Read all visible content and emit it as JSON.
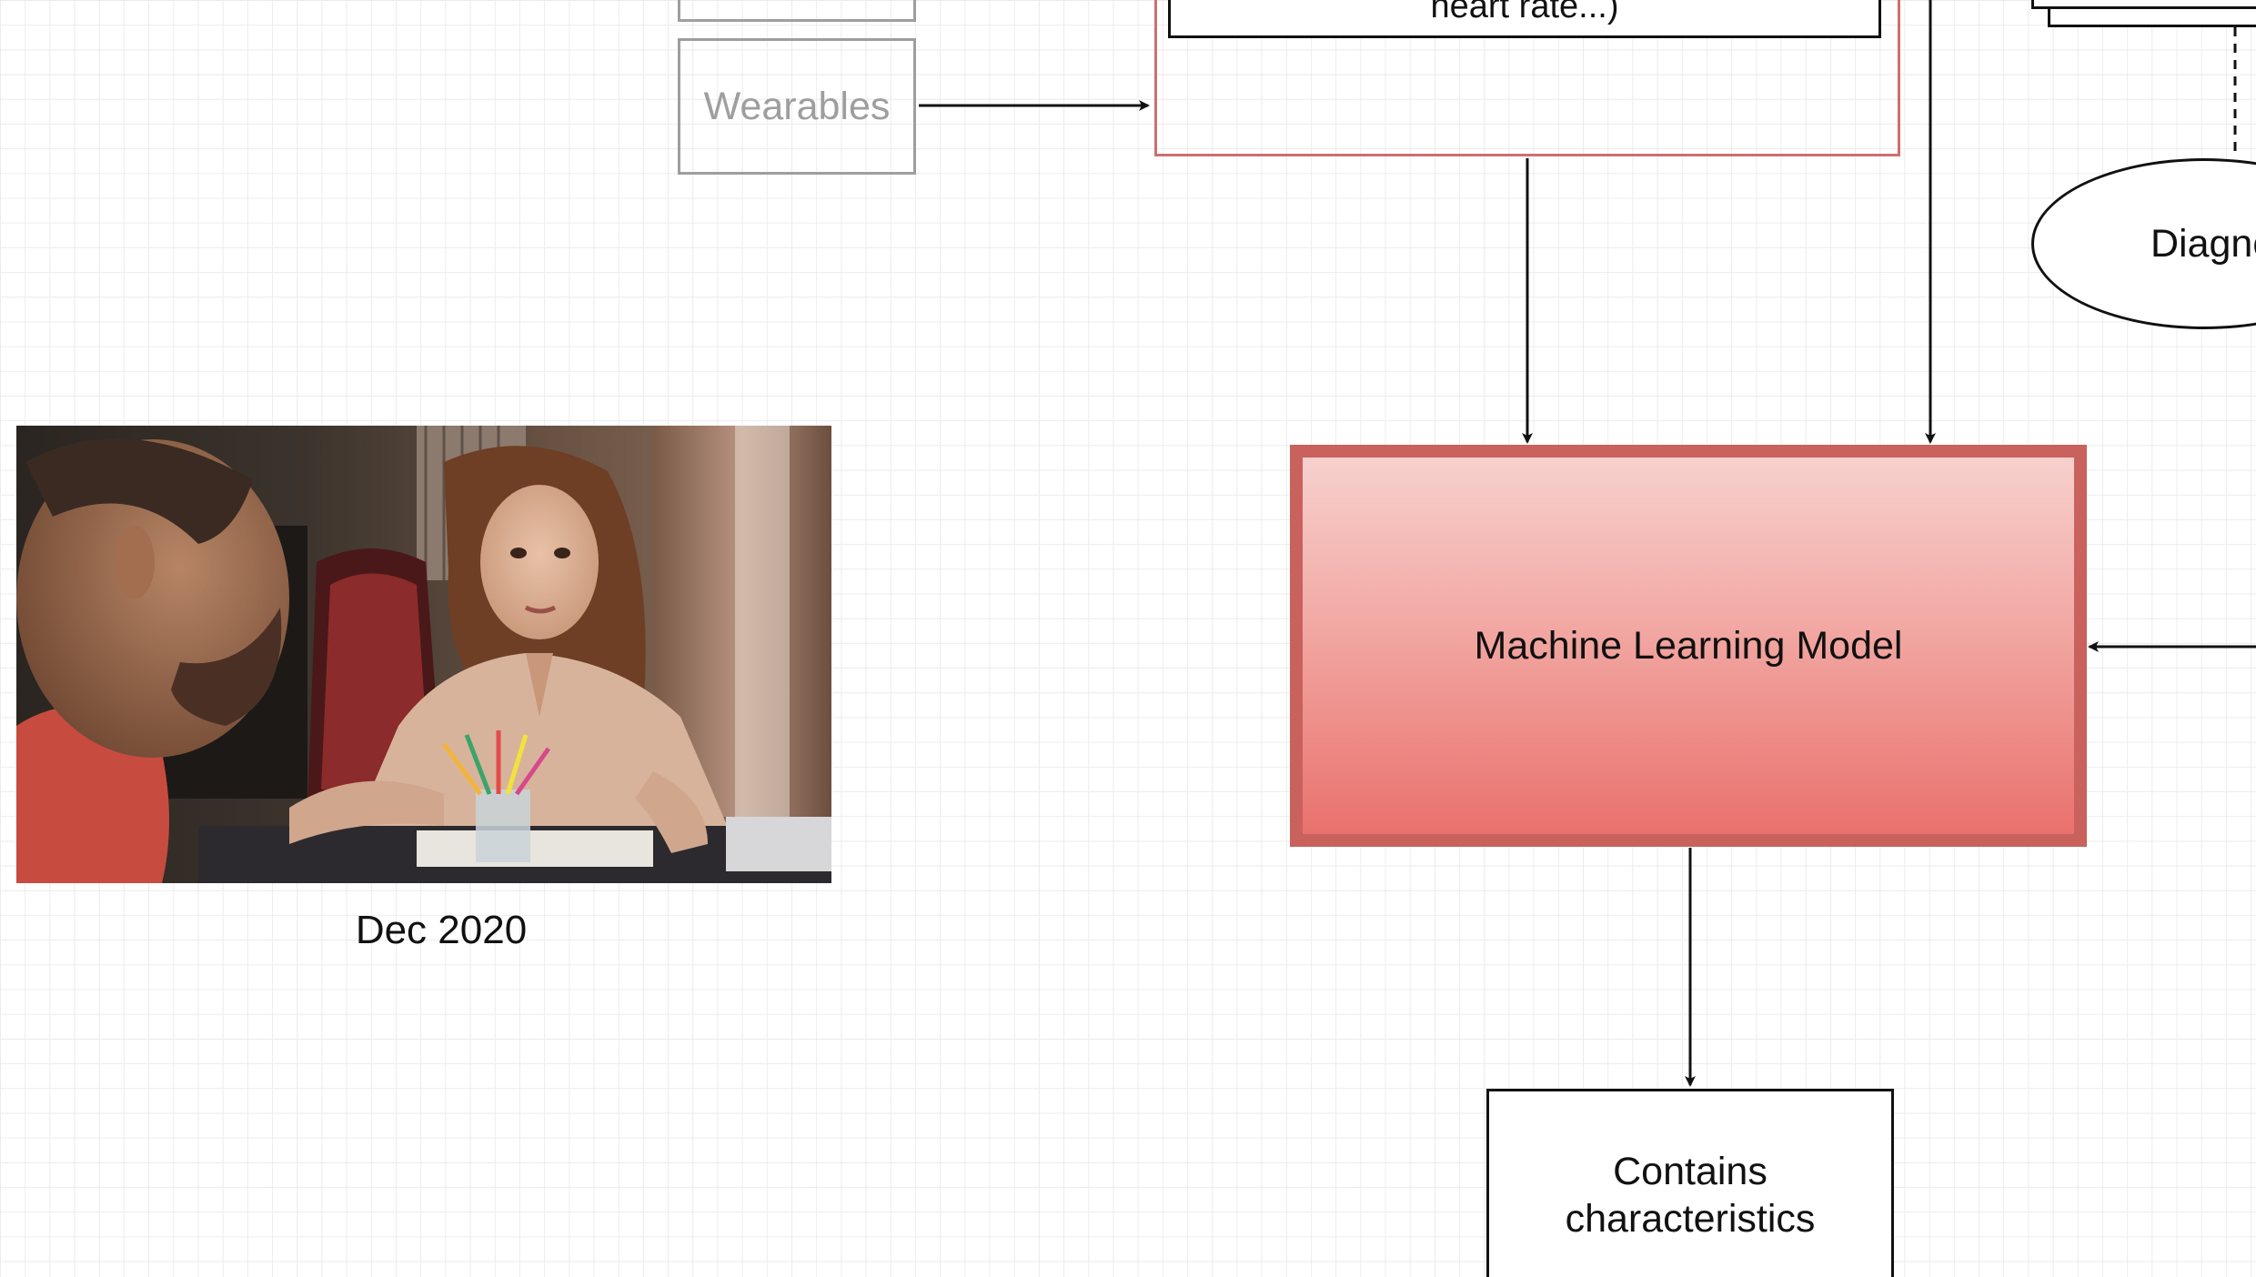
{
  "diagram": {
    "nodes": {
      "wearables": "Wearables",
      "heart_rate": "heart rate...)",
      "ml_model": "Machine Learning Model",
      "characteristics_line1": "Contains",
      "characteristics_line2": "characteristics",
      "diagnosis": "Diagno"
    },
    "photo_caption": "Dec 2020"
  },
  "colors": {
    "grid": "#ececec",
    "wearables_border": "#9e9e9e",
    "container_border": "#cf6f6f",
    "model_border": "#c9615d",
    "model_fill_top": "#f7d0cd",
    "model_fill_bottom": "#e9716d",
    "edge": "#111111"
  },
  "icons": {
    "photo": "people-at-desk-photo"
  }
}
